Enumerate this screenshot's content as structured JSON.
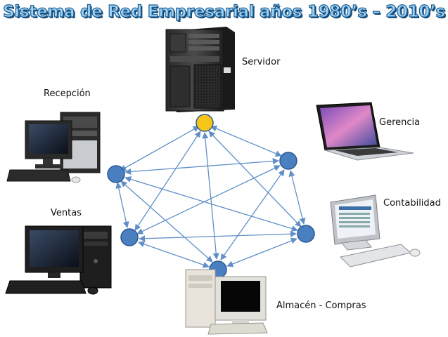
{
  "title": "Sistema de Red Empresarial años 1980’s – 2010’s",
  "labels": {
    "server": "Servidor",
    "reception": "Recepción",
    "management": "Gerencia",
    "accounting": "Contabilidad",
    "sales": "Ventas",
    "warehouse": "Almacén - Compras"
  },
  "colors": {
    "node": "#4a7fc0",
    "node_stroke": "#2c5a94",
    "server_node": "#f5c518",
    "server_node_stroke": "#2c5a94",
    "edge": "#5f8fc6",
    "title_fill": "#9fd3f5",
    "title_stroke": "#1f5f93"
  },
  "icons": {
    "server": "tower-server-icon",
    "reception": "desktop-computer-icon",
    "management": "laptop-icon",
    "accounting": "desktop-computer-icon",
    "sales": "desktop-computer-icon",
    "warehouse": "desktop-computer-icon"
  }
}
